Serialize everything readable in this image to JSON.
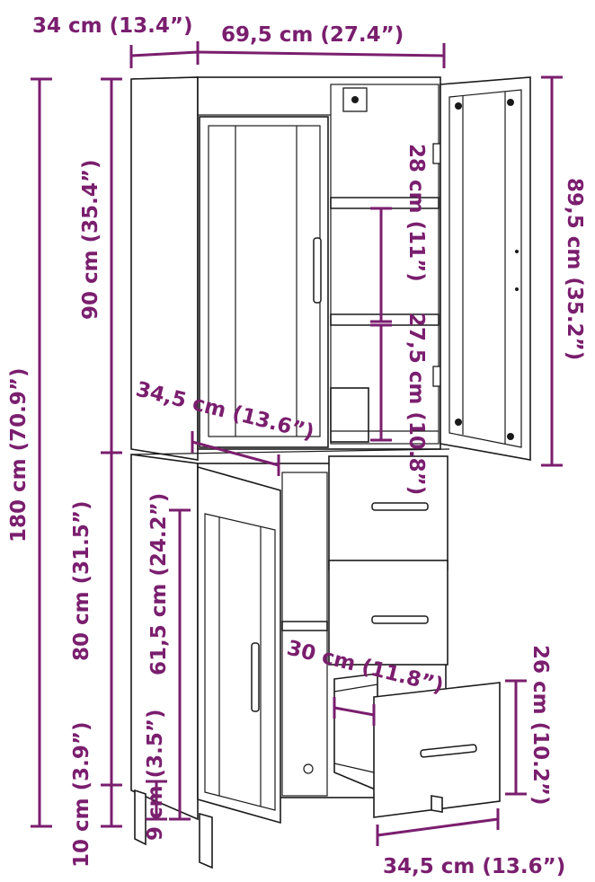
{
  "dimensions": {
    "depth_top": "34 cm (13.4”)",
    "width_top": "69,5 cm (27.4”)",
    "total_height": "180 cm (70.9”)",
    "upper_height": "90 cm (35.4”)",
    "lower_height": "80 cm (31.5”)",
    "leg_height": "10 cm (3.9”)",
    "upper_door_height": "89,5 cm (35.2”)",
    "upper_shelf_spacing": "28 cm (11”)",
    "lower_shelf_spacing": "27,5 cm (10.8”)",
    "upper_inner_depth": "34,5 cm (13.6”)",
    "lower_door_height": "61,5 cm (24.2”)",
    "lower_plinth": "9 cm (3.5”)",
    "compartment_depth": "30 cm (11.8”)",
    "drawer_height": "26 cm (10.2”)",
    "drawer_depth": "34,5 cm (13.6”)"
  },
  "colors": {
    "dimension": "#7a1e6e",
    "outline": "#1a1a1a",
    "background": "#ffffff"
  }
}
